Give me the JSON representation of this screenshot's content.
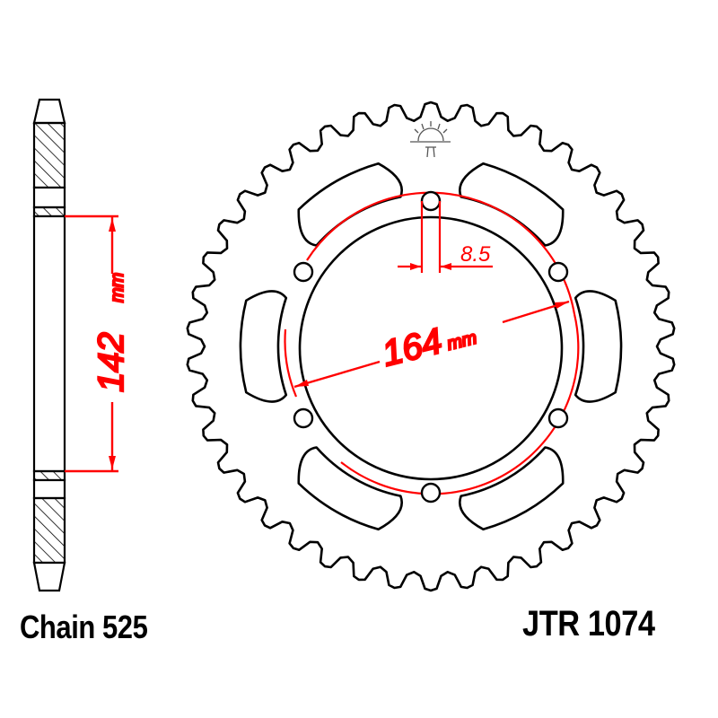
{
  "drawing": {
    "chain_label": "Chain 525",
    "part_number": "JTR 1074",
    "dimensions": {
      "mounting_height": "142",
      "mounting_height_unit": "mm",
      "bolt_circle_diameter": "164",
      "bolt_circle_unit": "mm",
      "bolt_hole_diameter": "8.5"
    },
    "sprocket": {
      "teeth": 42,
      "bolt_holes": 6,
      "lightening_slots": 6
    },
    "colors": {
      "outline": "#000000",
      "dimension": "#ff0000",
      "background": "#ffffff"
    },
    "logo": "jt-sun-logo-icon"
  }
}
